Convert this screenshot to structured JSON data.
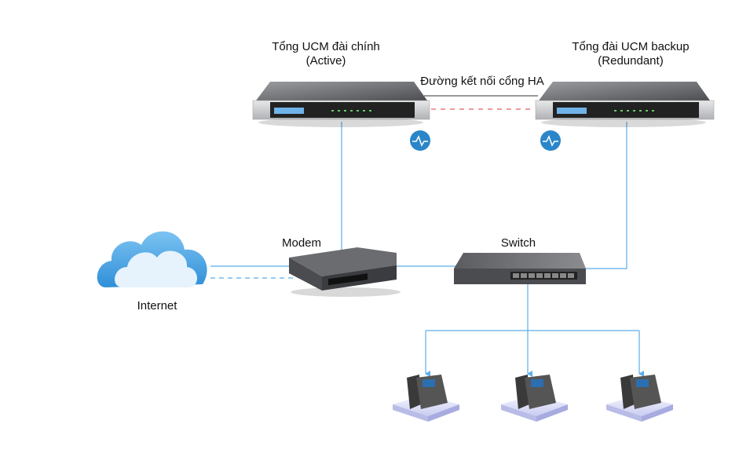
{
  "nodes": {
    "ucm_active": {
      "title": "Tổng UCM đài chính",
      "subtitle": "(Active)"
    },
    "ucm_backup": {
      "title": "Tổng đài UCM backup",
      "subtitle": "(Redundant)"
    },
    "ha_link": {
      "label": "Đường kết nối cổng HA"
    },
    "modem": {
      "label": "Modem"
    },
    "switch": {
      "label": "Switch"
    },
    "internet": {
      "label": "Internet"
    }
  },
  "colors": {
    "link_blue": "#5aaeea",
    "ha_red": "#e0353b",
    "heartbeat_icon": "#2a86c8",
    "device_gray": "#4a4c50"
  },
  "icons": [
    "cloud-icon",
    "heartbeat-icon",
    "ip-phone-icon",
    "rack-server-icon",
    "network-switch-icon"
  ]
}
